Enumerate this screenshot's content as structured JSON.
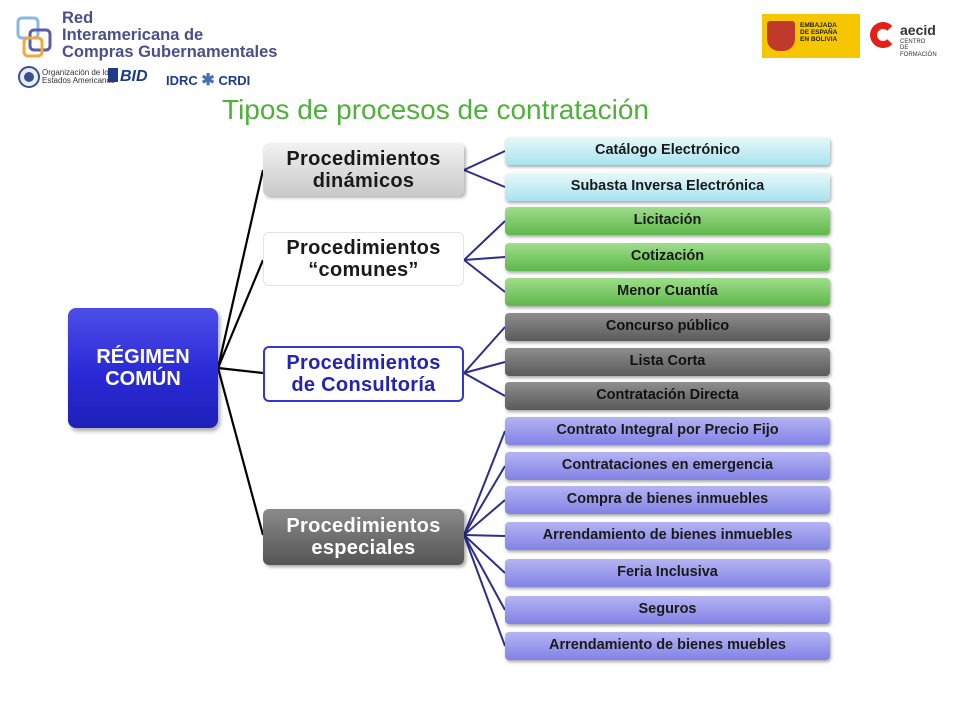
{
  "header": {
    "logo_line1": "Red",
    "logo_line2": "Interamericana de",
    "logo_line3": "Compras Gubernamentales",
    "oea_line1": "Organización de los",
    "oea_line2": "Estados Americanos",
    "bid": "BID",
    "idrc": "IDRC",
    "crdi": "CRDI",
    "embajada_line1": "EMBAJADA",
    "embajada_line2": "DE ESPAÑA",
    "embajada_line3": "EN BOLIVIA",
    "aecid": "aecid",
    "aecid_sub1": "CENTRO",
    "aecid_sub2": "DE FORMACIÓN"
  },
  "title": "Tipos de procesos de contratación",
  "root": {
    "line1": "RÉGIMEN",
    "line2": "COMÚN"
  },
  "categories": [
    {
      "line1": "Procedimientos",
      "line2": "dinámicos",
      "items": [
        "Catálogo Electrónico",
        "Subasta Inversa Electrónica"
      ]
    },
    {
      "line1": "Procedimientos",
      "line2": "“comunes”",
      "items": [
        "Licitación",
        "Cotización",
        "Menor Cuantía"
      ]
    },
    {
      "line1": "Procedimientos",
      "line2": "de Consultoría",
      "items": [
        "Concurso público",
        "Lista Corta",
        "Contratación Directa"
      ]
    },
    {
      "line1": "Procedimientos",
      "line2": "especiales",
      "items": [
        "Contrato Integral por Precio Fijo",
        "Contrataciones en emergencia",
        "Compra de bienes inmuebles",
        "Arrendamiento de bienes inmuebles",
        "Feria Inclusiva",
        "Seguros",
        "Arrendamiento de bienes muebles"
      ]
    }
  ],
  "colors": {
    "title": "#4fb03c",
    "root": "#2a2ad6",
    "connector_black": "#000000",
    "connector_blue": "#2d2d8f"
  }
}
